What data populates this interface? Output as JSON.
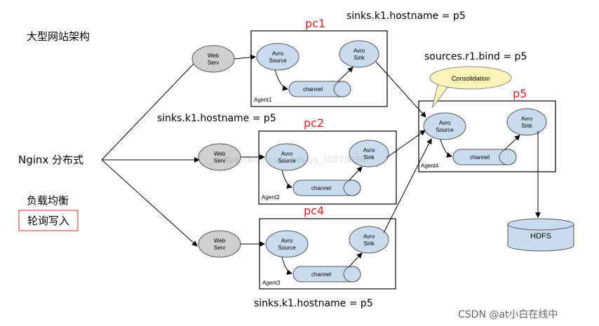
{
  "title": "大型网站架构",
  "nginx_label": "Nginx  分布式",
  "lb_label": "负载均衡",
  "rr_label": "轮询写入",
  "watermark": "https://blog.csdn.net/qq_35078936",
  "footer": "CSDN @at小白在线中",
  "web_serv": "Web\nServ",
  "avro_source": "Avro\nSource",
  "avro_sink": "Avro\nSink",
  "channel": "channel",
  "pc1": {
    "name": "pc1",
    "agent": "Agent1",
    "hostname": "sinks.k1.hostname = p5"
  },
  "pc2": {
    "name": "pc2",
    "agent": "Agent2",
    "hostname": "sinks.k1.hostname = p5"
  },
  "pc4": {
    "name": "pc4",
    "agent": "Agent3",
    "hostname": "sinks.k1.hostname = p5"
  },
  "p5": {
    "name": "p5",
    "agent": "Agent4",
    "bind": "sources.r1.bind = p5",
    "callout": "Consolidation"
  },
  "hdfs": "HDFS",
  "colors": {
    "node_fill": "#c9dcef",
    "web_fill": "#cfcfcf",
    "red": "#e02020",
    "callout_fill": "#fdf4b8"
  }
}
